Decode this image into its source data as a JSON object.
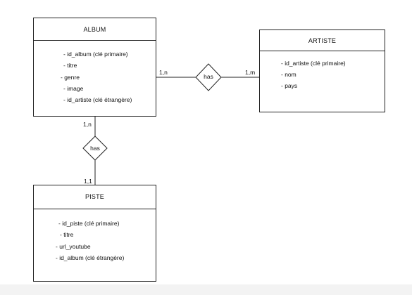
{
  "entities": {
    "album": {
      "name": "ALBUM",
      "attributes": [
        "- id_album (clé primaire)",
        "- titre",
        "- genre",
        "- image",
        "- id_artiste (clé étrangère)"
      ]
    },
    "artiste": {
      "name": "ARTISTE",
      "attributes": [
        "- id_artiste (clé primaire)",
        "- nom",
        "- pays"
      ]
    },
    "piste": {
      "name": "PISTE",
      "attributes": [
        "- id_piste (clé primaire)",
        "- titre",
        "- url_youtube",
        "- id_album (clé étrangère)"
      ]
    }
  },
  "relationships": {
    "album_artiste": {
      "label": "has",
      "card_album": "1,n",
      "card_artiste": "1,m"
    },
    "album_piste": {
      "label": "has",
      "card_album": "1,n",
      "card_piste": "1,1"
    }
  }
}
